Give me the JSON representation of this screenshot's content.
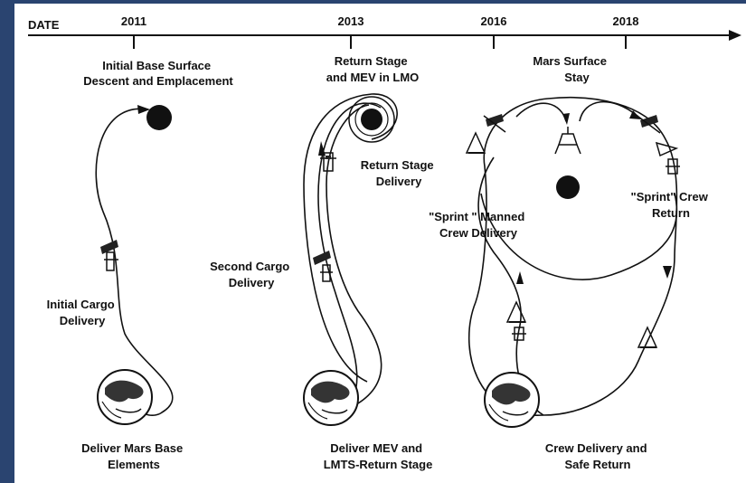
{
  "timeline": {
    "axis_label": "DATE",
    "years": [
      "2011",
      "2013",
      "2016",
      "2018"
    ]
  },
  "missions": [
    {
      "caption": [
        "Deliver Mars Base",
        "Elements"
      ],
      "labels": {
        "cargo": [
          "Initial Cargo",
          "Delivery"
        ],
        "top": [
          "Initial Base Surface",
          "Descent and Emplacement"
        ]
      }
    },
    {
      "caption": [
        "Deliver MEV and",
        "LMTS-Return Stage"
      ],
      "labels": {
        "cargo": [
          "Second Cargo",
          "Delivery"
        ],
        "top": [
          "Return Stage",
          "and MEV in LMO"
        ],
        "return_stage": [
          "Return Stage",
          "Delivery"
        ]
      }
    },
    {
      "caption": [
        "Crew Delivery and",
        "Safe Return"
      ],
      "labels": {
        "top": [
          "Mars Surface",
          "Stay"
        ],
        "manned": [
          "\"Sprint \" Manned",
          "Crew Delivery"
        ],
        "return": [
          "\"Sprint\" Crew",
          "Return"
        ]
      }
    }
  ],
  "icons": {
    "earth": "earth-globe-icon",
    "mars": "mars-planet-icon",
    "spacecraft": "spacecraft-icon",
    "lander": "lander-icon"
  },
  "colors": {
    "background": "#2a4470",
    "page": "#ffffff",
    "ink": "#111111"
  }
}
